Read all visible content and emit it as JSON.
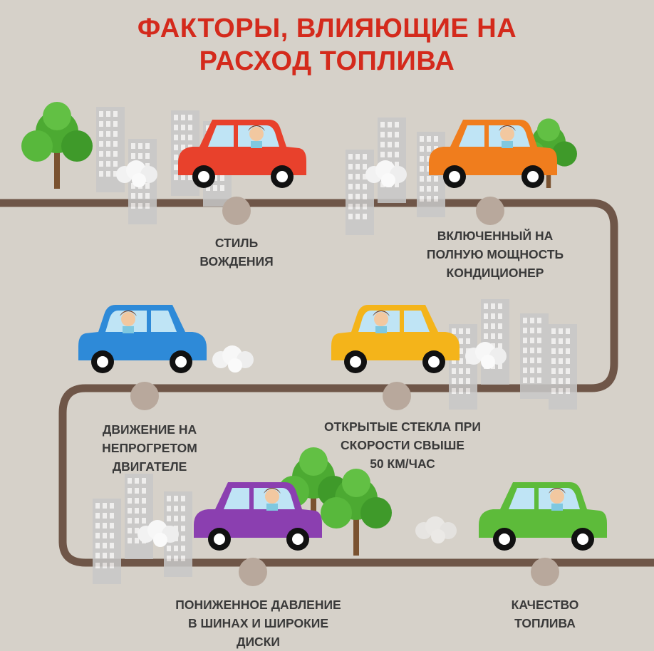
{
  "title": {
    "line1": "ФАКТОРЫ, ВЛИЯЮЩИЕ НА",
    "line2": "РАСХОД ТОПЛИВА"
  },
  "factors": [
    {
      "label": "СТИЛЬ\nВОЖДЕНИЯ",
      "car_color": "#e8412c"
    },
    {
      "label": "ВКЛЮЧЕННЫЙ НА\nПОЛНУЮ МОЩНОСТЬ\nКОНДИЦИОНЕР",
      "car_color": "#f07d1d"
    },
    {
      "label": "ДВИЖЕНИЕ НА\nНЕПРОГРЕТОМ\nДВИГАТЕЛЕ",
      "car_color": "#2e8ad8"
    },
    {
      "label": "ОТКРЫТЫЕ СТЕКЛА ПРИ\nСКОРОСТИ СВЫШЕ\n50 КМ/ЧАС",
      "car_color": "#f4b41a"
    },
    {
      "label": "ПОНИЖЕННОЕ ДАВЛЕНИЕ\nВ ШИНАХ И ШИРОКИЕ\nДИСКИ",
      "car_color": "#8b3fb0"
    },
    {
      "label": "КАЧЕСТВО\nТОПЛИВА",
      "car_color": "#5dbb3a"
    }
  ],
  "colors": {
    "title": "#d42a1c",
    "road": "#6f5648",
    "background": "#d6d1c9",
    "buildings": "#c4c4c4",
    "tree": "#4caa32"
  }
}
